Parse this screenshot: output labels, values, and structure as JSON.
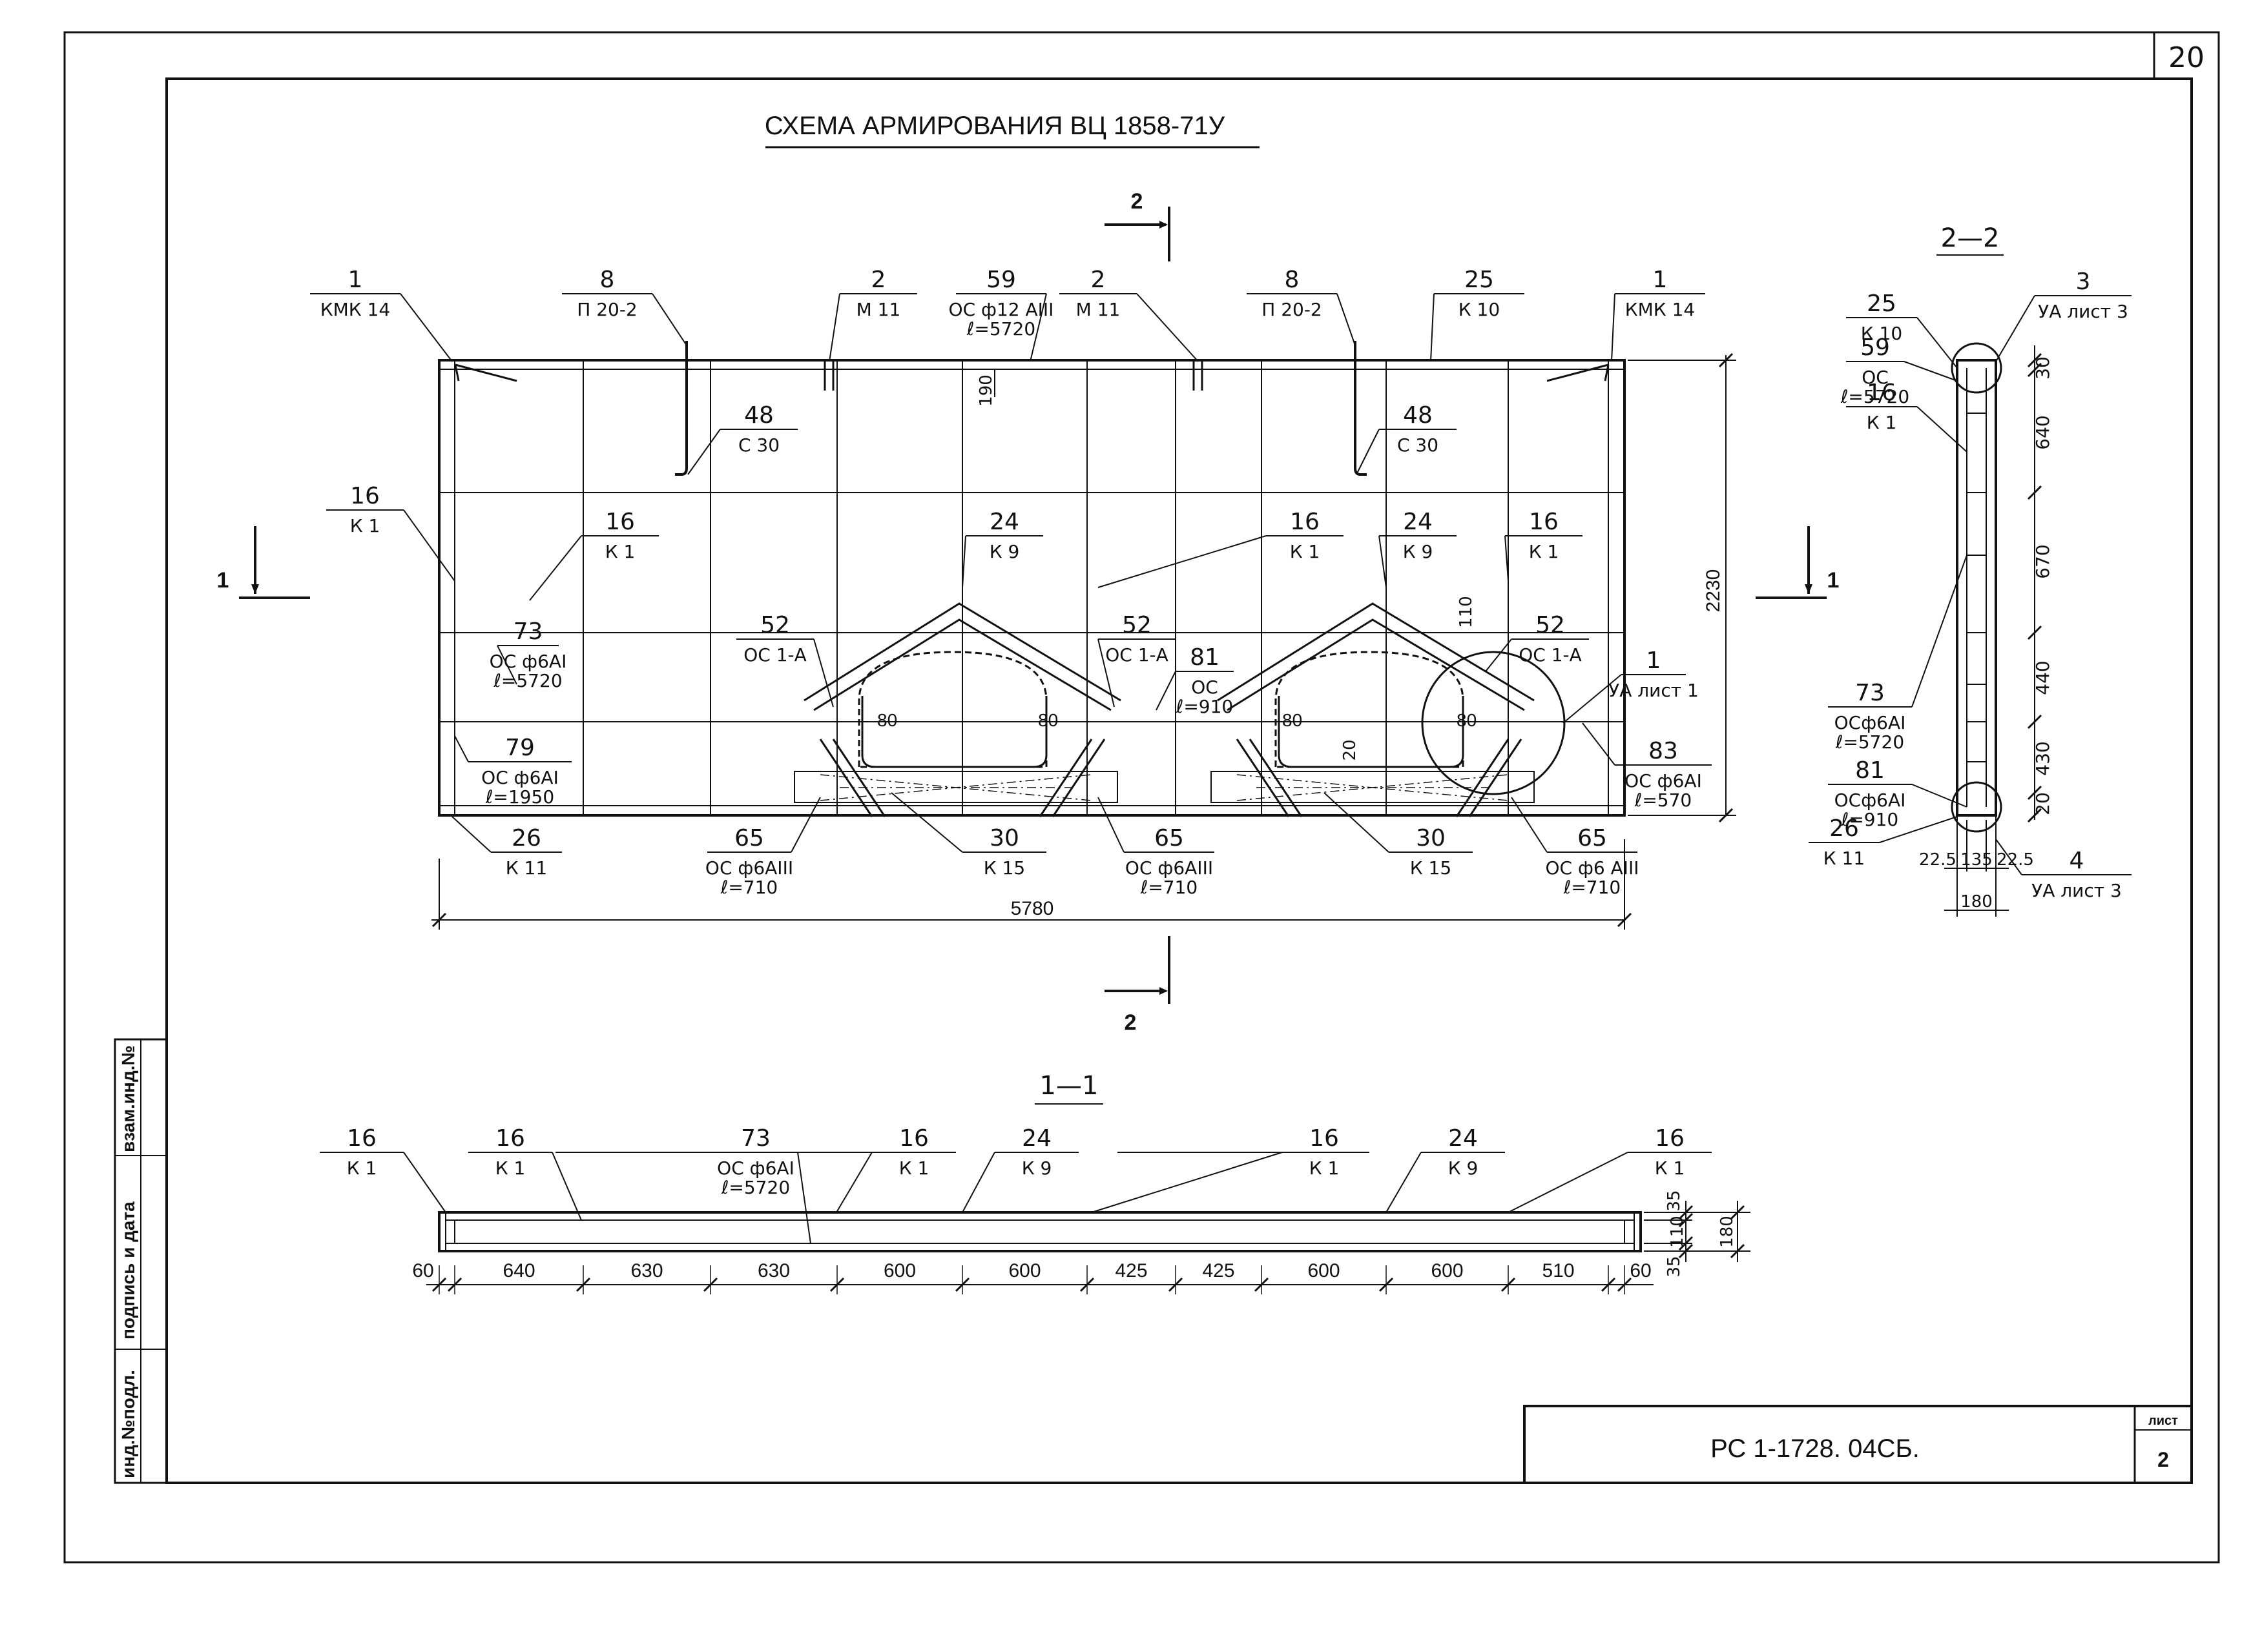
{
  "sheet": {
    "page_number": "20",
    "title": "СХЕМА АРМИРОВАНИЯ ВЦ 1858-71У",
    "doc_code": "РС 1-1728. 04СБ.",
    "sheet_label": "лист",
    "sheet_number": "2",
    "margin_stamp": [
      "инд.№подл.",
      "подпись и дата",
      "взам.инд.№"
    ]
  },
  "main_view": {
    "section_marks": {
      "s2": "2",
      "s1": "1"
    },
    "top_leaders": [
      {
        "pos": "1",
        "mark": "КМК 14"
      },
      {
        "pos": "8",
        "mark": "П 20-2"
      },
      {
        "pos": "2",
        "mark": "М 11"
      },
      {
        "pos": "59",
        "mark": "ОС ф12 АIII",
        "length": "ℓ=5720"
      },
      {
        "pos": "2",
        "mark": "М 11"
      },
      {
        "pos": "8",
        "mark": "П 20-2"
      },
      {
        "pos": "25",
        "mark": "К 10"
      },
      {
        "pos": "1",
        "mark": "КМК 14"
      }
    ],
    "inner_leaders": [
      {
        "pos": "48",
        "mark": "С 30"
      },
      {
        "pos": "48",
        "mark": "С 30"
      },
      {
        "pos": "16",
        "mark": "К 1"
      },
      {
        "pos": "16",
        "mark": "К 1"
      },
      {
        "pos": "24",
        "mark": "К 9"
      },
      {
        "pos": "16",
        "mark": "К 1"
      },
      {
        "pos": "24",
        "mark": "К 9"
      },
      {
        "pos": "16",
        "mark": "К 1"
      },
      {
        "pos": "52",
        "mark": "ОС 1-А"
      },
      {
        "pos": "52",
        "mark": "ОС 1-А"
      },
      {
        "pos": "52",
        "mark": "ОС 1-А"
      },
      {
        "pos": "81",
        "mark": "ОС",
        "length": "ℓ=910"
      },
      {
        "pos": "73",
        "mark": "ОС ф6АI",
        "length": "ℓ=5720"
      },
      {
        "pos": "79",
        "mark": "ОС ф6АI",
        "length": "ℓ=1950"
      },
      {
        "pos": "1",
        "mark": "УА лист 1"
      },
      {
        "pos": "83",
        "mark": "ОС ф6АI",
        "length": "ℓ=570"
      }
    ],
    "bottom_leaders": [
      {
        "pos": "26",
        "mark": "К 11"
      },
      {
        "pos": "65",
        "mark": "ОС ф6АIII",
        "length": "ℓ=710"
      },
      {
        "pos": "30",
        "mark": "К 15"
      },
      {
        "pos": "65",
        "mark": "ОС ф6АIII",
        "length": "ℓ=710"
      },
      {
        "pos": "30",
        "mark": "К 15"
      },
      {
        "pos": "65",
        "mark": "ОС ф6 АIII",
        "length": "ℓ=710"
      }
    ],
    "dims": {
      "width": "5780",
      "height": "2230",
      "d190": "190",
      "d80": "80",
      "d110": "110",
      "d20": "20"
    }
  },
  "section_22": {
    "title": "2—2",
    "leaders": [
      {
        "pos": "25",
        "mark": "К 10"
      },
      {
        "pos": "59",
        "mark": "ОС",
        "length": "ℓ=5720"
      },
      {
        "pos": "16",
        "mark": "К 1"
      },
      {
        "pos": "3",
        "mark": "УА лист 3"
      },
      {
        "pos": "73",
        "mark": "ОСф6АI",
        "length": "ℓ=5720"
      },
      {
        "pos": "81",
        "mark": "ОСф6АI",
        "length": "ℓ=910"
      },
      {
        "pos": "26",
        "mark": "К 11"
      },
      {
        "pos": "4",
        "mark": "УА лист 3"
      }
    ],
    "dims_vertical": [
      "30",
      "640",
      "670",
      "440",
      "430",
      "20"
    ],
    "dims_bottom": {
      "left": "22.5",
      "right": "22.5",
      "mid": "135",
      "total": "180"
    }
  },
  "section_11": {
    "title": "1—1",
    "leaders": [
      {
        "pos": "16",
        "mark": "К 1"
      },
      {
        "pos": "16",
        "mark": "К 1"
      },
      {
        "pos": "73",
        "mark": "ОС ф6АI",
        "length": "ℓ=5720"
      },
      {
        "pos": "16",
        "mark": "К 1"
      },
      {
        "pos": "24",
        "mark": "К 9"
      },
      {
        "pos": "16",
        "mark": "К 1"
      },
      {
        "pos": "24",
        "mark": "К 9"
      },
      {
        "pos": "16",
        "mark": "К 1"
      }
    ],
    "dims_horizontal": [
      "60",
      "640",
      "630",
      "630",
      "600",
      "600",
      "425",
      "425",
      "600",
      "600",
      "510",
      "60"
    ],
    "dims_vertical": [
      "35",
      "110",
      "35",
      "180"
    ]
  }
}
